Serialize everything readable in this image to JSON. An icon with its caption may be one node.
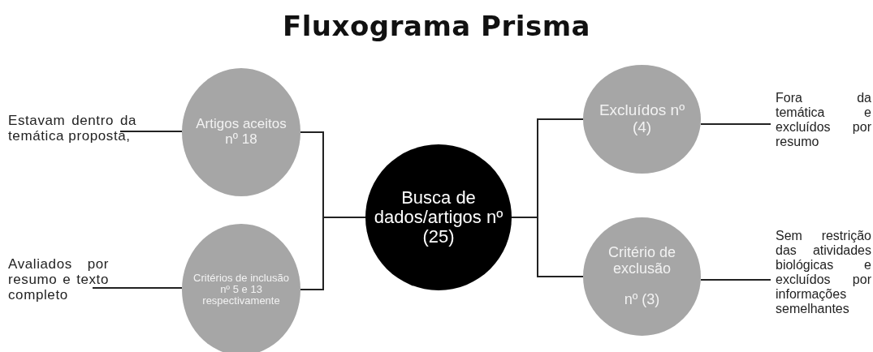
{
  "diagram": {
    "title": "Fluxograma Prisma",
    "nodes": [
      {
        "text": [
          "Estavam dentro da temática proposta,"
        ]
      },
      {
        "text": [
          "Artigos aceitos nº 18"
        ]
      },
      {
        "text": [
          "Avaliados por resumo e texto completo"
        ]
      },
      {
        "text": [
          "Critérios de inclusão nº 5 e 13 respectivamente"
        ]
      },
      {
        "text": [
          "Busca de dados/artigos nº (25)"
        ]
      },
      {
        "text": [
          "Excluídos nº (4)"
        ]
      },
      {
        "text": [
          "Fora da temática e excluídos por resumo"
        ]
      },
      {
        "text": [
          "Critério de exclusão",
          "nº (3)"
        ]
      },
      {
        "text": [
          "Sem restrição das atividades biológicas e excluídos por informações semelhantes"
        ]
      }
    ],
    "edges": [
      {
        "from": 0,
        "to": 1,
        "arrow": "none"
      },
      {
        "from": 2,
        "to": 3,
        "arrow": "none"
      },
      {
        "from": 1,
        "to": 4,
        "arrow": "none"
      },
      {
        "from": 3,
        "to": 4,
        "arrow": "none"
      },
      {
        "from": 4,
        "to": 5,
        "arrow": "none"
      },
      {
        "from": 4,
        "to": 7,
        "arrow": "none"
      },
      {
        "from": 5,
        "to": 6,
        "arrow": "none"
      },
      {
        "from": 7,
        "to": 8,
        "arrow": "none"
      }
    ]
  }
}
